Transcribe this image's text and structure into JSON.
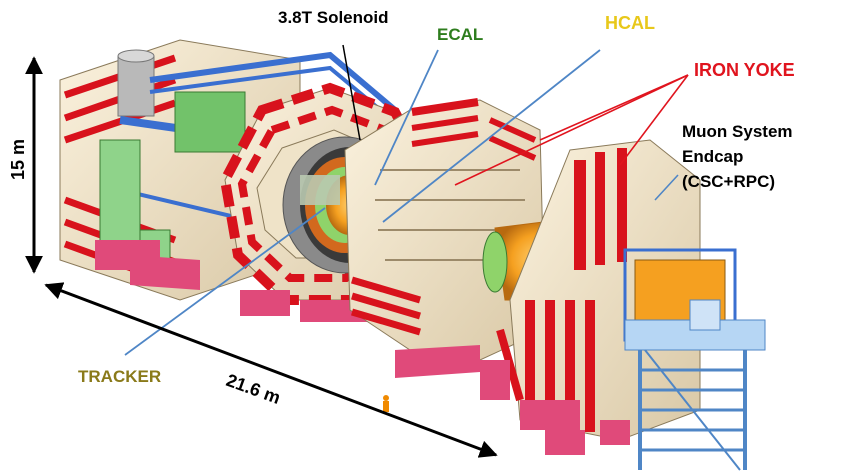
{
  "labels": {
    "solenoid": "3.8T Solenoid",
    "ecal": "ECAL",
    "hcal": "HCAL",
    "iron_yoke": "IRON YOKE",
    "muon_line1": "Muon System",
    "muon_line2": "Endcap",
    "muon_line3": "(CSC+RPC)",
    "tracker": "TRACKER",
    "height": "15 m",
    "length": "21.6 m"
  },
  "colors": {
    "solenoid": "#000000",
    "ecal": "#2e7d1e",
    "hcal": "#e8c81a",
    "iron_yoke": "#e0141e",
    "muon": "#000000",
    "tracker": "#8a7a1a",
    "dimension": "#000000",
    "pointer_blue": "#4f86c6",
    "pointer_red": "#e0141e",
    "yoke_red": "#d8121c",
    "yoke_cream": "#f2e6cc",
    "steel_blue": "#3a6fd0",
    "base_pink": "#e04a7a",
    "core_orange": "#f5a020",
    "green_panel": "#72c26a",
    "ladder_blue": "#9ec8f0"
  }
}
